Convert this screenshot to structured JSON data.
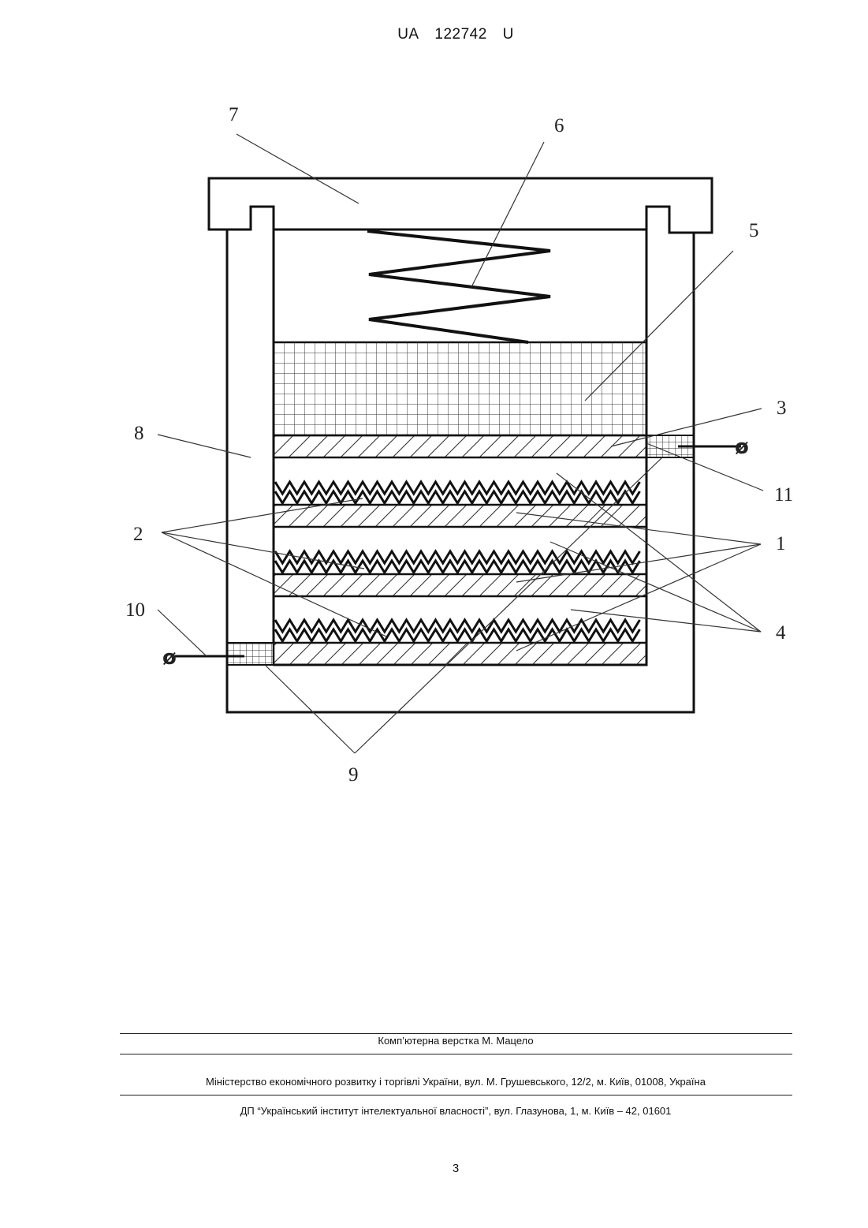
{
  "header": {
    "country": "UA",
    "number": "122742",
    "kind": "U"
  },
  "figure": {
    "labels": [
      "7",
      "6",
      "5",
      "3",
      "8",
      "11",
      "2",
      "1",
      "10",
      "4",
      "9"
    ],
    "terminal_symbol": "ø"
  },
  "footer": {
    "credit": "Комп’ютерна верстка М. Мацело",
    "ministry": "Міністерство економічного розвитку і торгівлі України, вул. М. Грушевського, 12/2, м. Київ, 01008, Україна",
    "institute": "ДП “Український інститут інтелектуальної власності”, вул. Глазунова, 1, м. Київ – 42, 01601"
  },
  "page_number": "3"
}
